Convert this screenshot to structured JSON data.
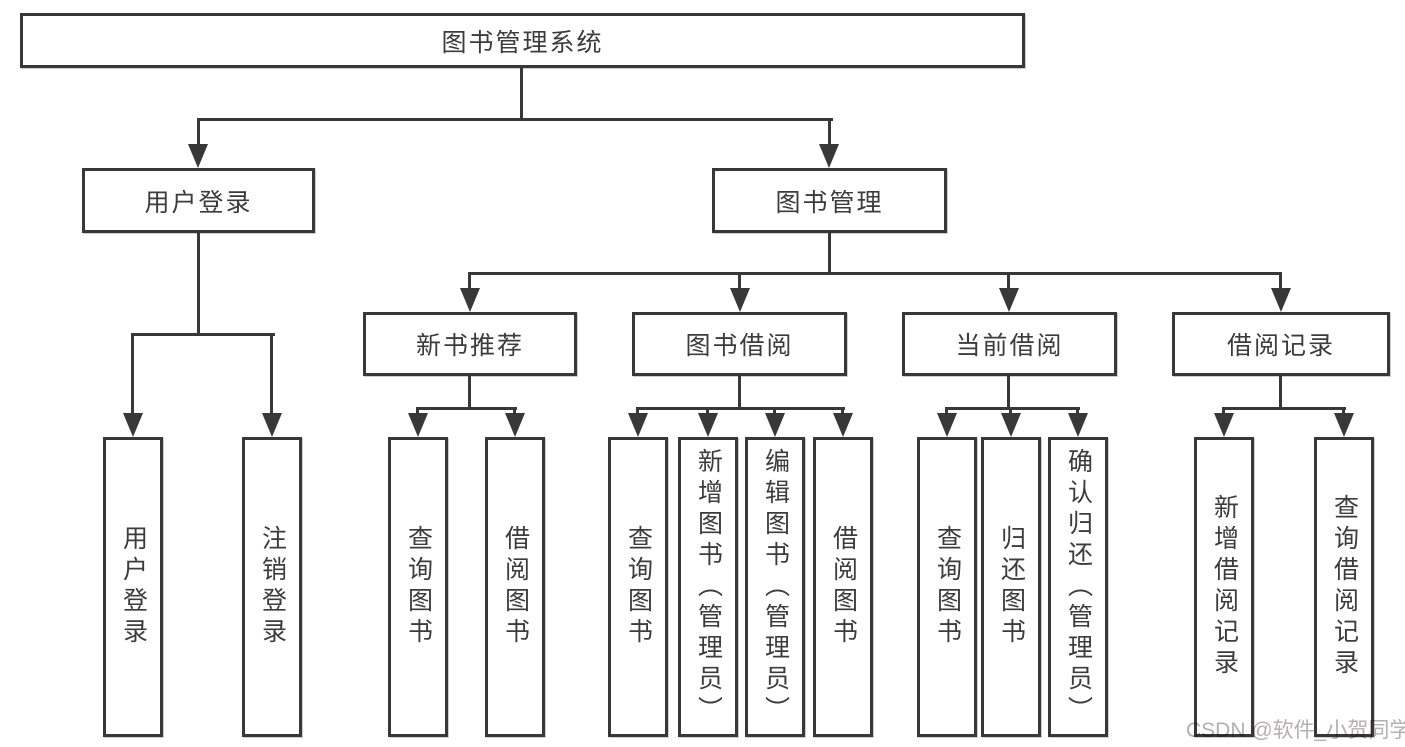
{
  "tree": {
    "root": {
      "label": "图书管理系统",
      "children": [
        {
          "label": "用户登录",
          "children": [
            {
              "label": "用户登录"
            },
            {
              "label": "注销登录"
            }
          ]
        },
        {
          "label": "图书管理",
          "children": [
            {
              "label": "新书推荐",
              "children": [
                {
                  "label": "查询图书"
                },
                {
                  "label": "借阅图书"
                }
              ]
            },
            {
              "label": "图书借阅",
              "children": [
                {
                  "label": "查询图书"
                },
                {
                  "label": "新增图书（管理员）"
                },
                {
                  "label": "编辑图书（管理员）"
                },
                {
                  "label": "借阅图书"
                }
              ]
            },
            {
              "label": "当前借阅",
              "children": [
                {
                  "label": "查询图书"
                },
                {
                  "label": "归还图书"
                },
                {
                  "label": "确认归还（管理员）"
                }
              ]
            },
            {
              "label": "借阅记录",
              "children": [
                {
                  "label": "新增借阅记录"
                },
                {
                  "label": "查询借阅记录"
                }
              ]
            }
          ]
        }
      ]
    }
  },
  "watermark": {
    "text": "CSDN @软件_小贺同学"
  },
  "colors": {
    "line": "#383838",
    "text": "#3c3c3c",
    "watermark": "#b4afb2",
    "background": "#ffffff"
  }
}
